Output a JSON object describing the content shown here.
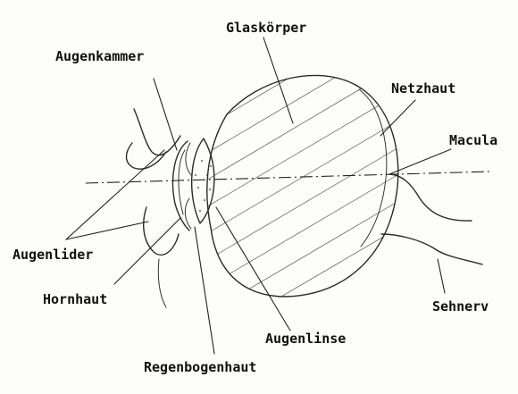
{
  "labels": {
    "glaskoerper": "Glaskörper",
    "augenkammer": "Augenkammer",
    "netzhaut": "Netzhaut",
    "macula": "Macula",
    "augenlider": "Augenlider",
    "hornhaut": "Hornhaut",
    "sehnerv": "Sehnerv",
    "augenlinse": "Augenlinse",
    "regenbogenhaut": "Regenbogenhaut"
  }
}
